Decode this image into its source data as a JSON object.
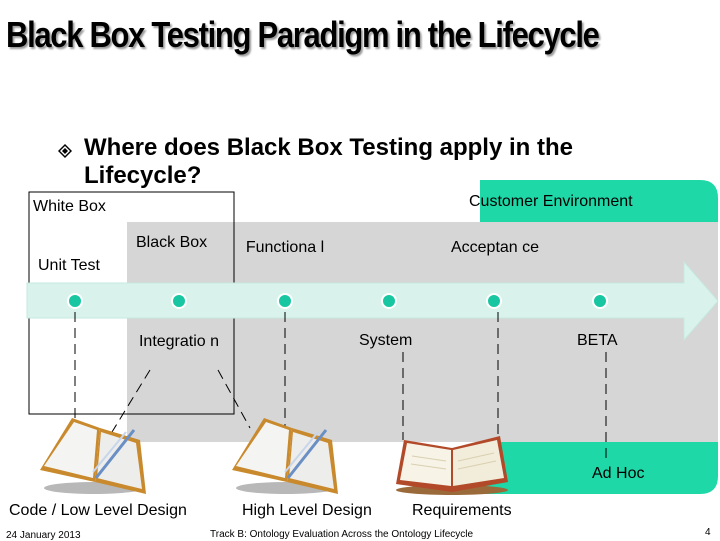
{
  "slide": {
    "title": "Black Box Testing Paradigm in the Lifecycle",
    "bullet": "Where does Black Box Testing apply in the Lifecycle?",
    "labels": {
      "white_box": "White Box",
      "customer_environment": "Customer Environment",
      "black_box": "Black Box",
      "unit_test": "Unit Test",
      "functional": "Functiona l",
      "acceptance": "Acceptan ce",
      "integration": "Integratio n",
      "system": "System",
      "beta": "BETA",
      "ad_hoc": "Ad Hoc"
    },
    "footer_labels": {
      "code": "Code / Low Level Design",
      "high_level": "High Level Design",
      "requirements": "Requirements"
    },
    "date": "24 January 2013",
    "track": "Track B: Ontology Evaluation Across the Ontology Lifecycle",
    "page_number": "4"
  },
  "colors": {
    "green": "#1ed8a8",
    "arrow": "#d9f3ec",
    "gray_panel": "#d6d6d6",
    "dot": "#18c7a1"
  }
}
